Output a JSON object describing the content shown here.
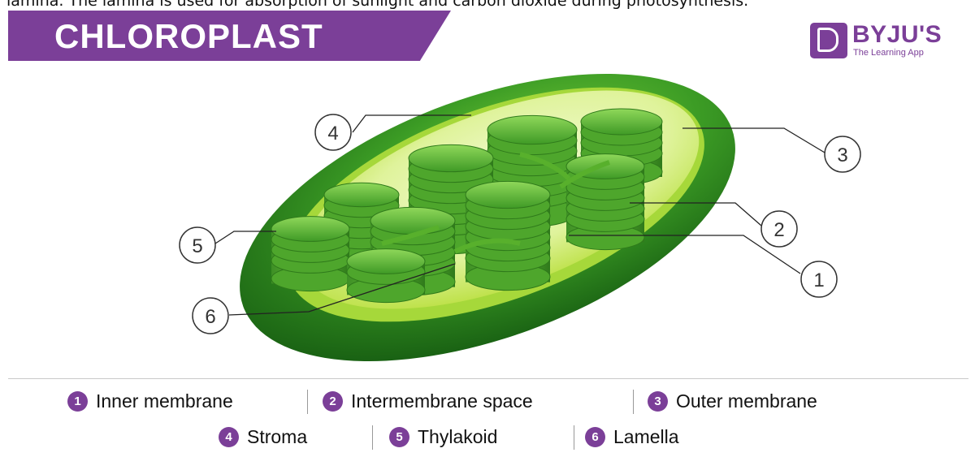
{
  "top_text": "lamina. The lamina is used for absorption of sunlight and carbon dioxide during photosynthesis.",
  "title": "CHLOROPLAST",
  "brand": {
    "name": "BYJU'S",
    "tagline": "The Learning App"
  },
  "callouts": [
    "1",
    "2",
    "3",
    "4",
    "5",
    "6"
  ],
  "legend": [
    {
      "num": "1",
      "label": "Inner membrane"
    },
    {
      "num": "2",
      "label": "Intermembrane space"
    },
    {
      "num": "3",
      "label": "Outer membrane"
    },
    {
      "num": "4",
      "label": "Stroma"
    },
    {
      "num": "5",
      "label": "Thylakoid"
    },
    {
      "num": "6",
      "label": "Lamella"
    }
  ],
  "colors": {
    "accent": "#7b3f98",
    "outer": "#2f8a1f",
    "inner": "#c9e84a",
    "grana": "#5cb82e"
  }
}
